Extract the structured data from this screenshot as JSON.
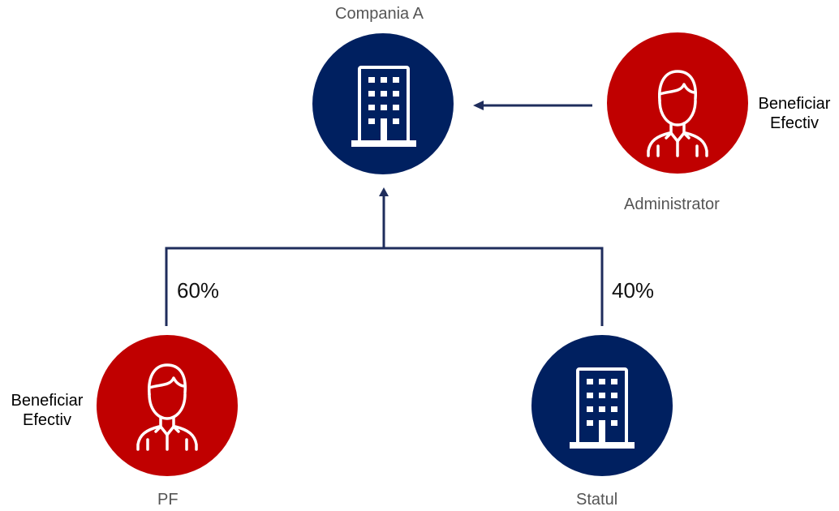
{
  "colors": {
    "navy": "#002060",
    "red": "#C00000",
    "line": "#1F2D5C",
    "icon": "#ffffff"
  },
  "nodes": {
    "company": {
      "label": "Compania A",
      "icon": "building-icon",
      "color": "navy"
    },
    "administrator": {
      "label": "Administrator",
      "icon": "person-icon",
      "color": "red",
      "tag": [
        "Beneficiar",
        "Efectiv"
      ]
    },
    "pf": {
      "label": "PF",
      "icon": "person-icon",
      "color": "red",
      "tag": [
        "Beneficiar",
        "Efectiv"
      ]
    },
    "statul": {
      "label": "Statul",
      "icon": "building-icon",
      "color": "navy"
    }
  },
  "edges": {
    "pf_share": "60%",
    "statul_share": "40%"
  }
}
